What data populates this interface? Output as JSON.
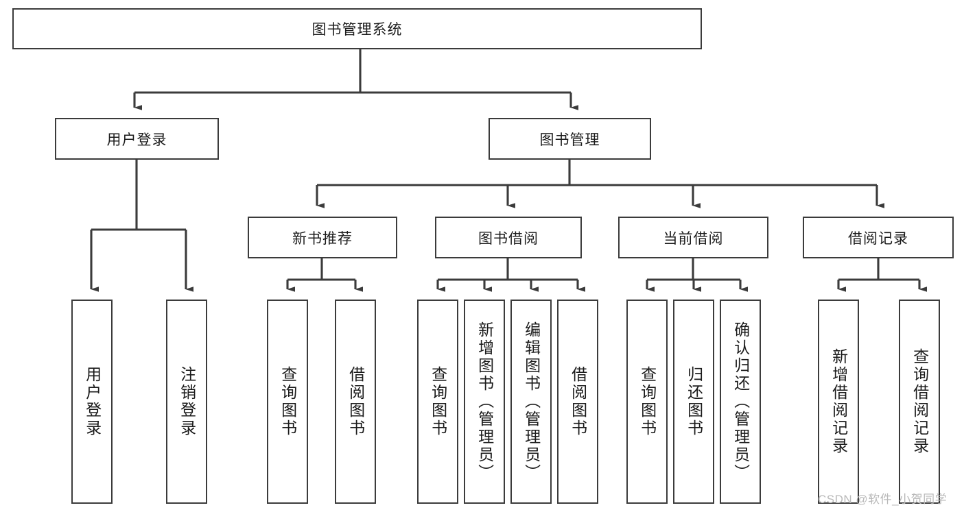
{
  "diagram": {
    "type": "tree",
    "title": "图书管理系统",
    "background_color": "#ffffff",
    "line_color": "#3b3b3b",
    "text_color": "#1b1b1b",
    "root": {
      "label": "图书管理系统"
    },
    "level1": [
      {
        "label": "用户登录"
      },
      {
        "label": "图书管理"
      }
    ],
    "level2": [
      {
        "label": "新书推荐"
      },
      {
        "label": "图书借阅"
      },
      {
        "label": "当前借阅"
      },
      {
        "label": "借阅记录"
      }
    ],
    "leaves": {
      "user_login": [
        {
          "label": "用户登录"
        },
        {
          "label": "注销登录"
        }
      ],
      "new_book_recommend": [
        {
          "label": "查询图书"
        },
        {
          "label": "借阅图书"
        }
      ],
      "book_borrow": [
        {
          "label": "查询图书"
        },
        {
          "label": "新增图书（管理员）"
        },
        {
          "label": "编辑图书（管理员）"
        },
        {
          "label": "借阅图书"
        }
      ],
      "current_borrow": [
        {
          "label": "查询图书"
        },
        {
          "label": "归还图书"
        },
        {
          "label": "确认归还（管理员）"
        }
      ],
      "borrow_record": [
        {
          "label": "新增借阅记录"
        },
        {
          "label": "查询借阅记录"
        }
      ]
    }
  },
  "watermark": {
    "text": "CSDN @软件_小贺同学"
  }
}
